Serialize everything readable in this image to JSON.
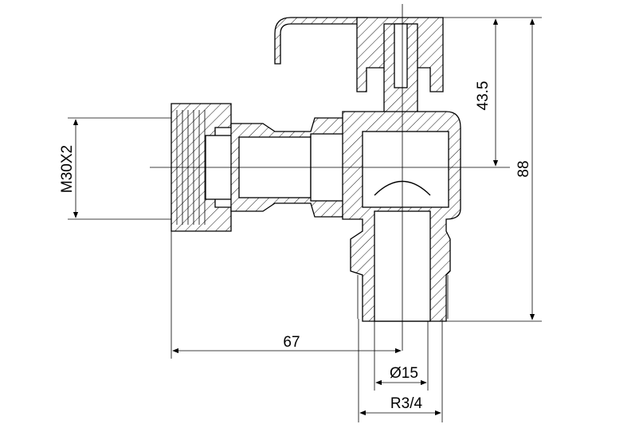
{
  "dimensions": {
    "thread_size": "M30X2",
    "top_height": "43.5",
    "total_height": "88",
    "length": "67",
    "bore_diameter": "Ø15",
    "pipe_thread": "R3/4"
  }
}
